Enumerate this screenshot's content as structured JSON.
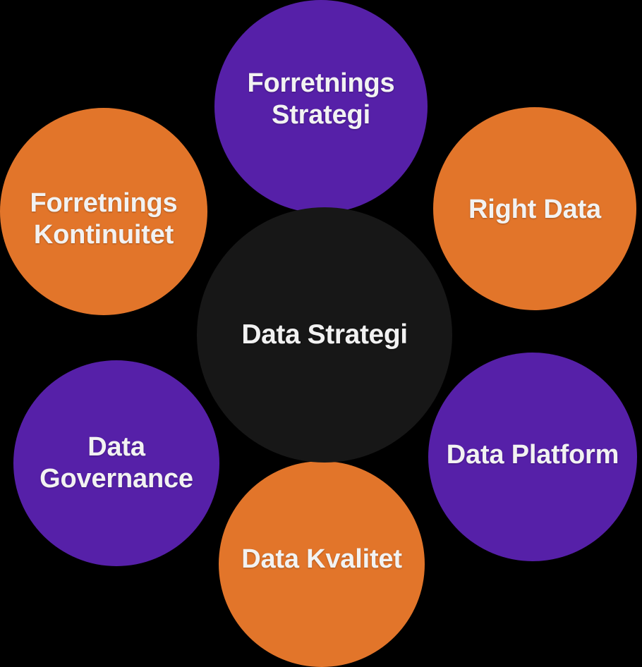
{
  "diagram": {
    "title": "Data Strategi",
    "type": "hub-and-spoke-circles",
    "background_color": "#000000",
    "colors": {
      "purple": "#5620A8",
      "orange": "#E2752A",
      "hub_dark": "#171717",
      "text": "#F2F2F2"
    },
    "hub": {
      "label": "Data Strategi",
      "color": "#171717"
    },
    "nodes": [
      {
        "id": "forretnings-strategi",
        "label": "Forretnings\nStrategi",
        "color": "#5620A8",
        "position": "top"
      },
      {
        "id": "right-data",
        "label": "Right Data",
        "color": "#E2752A",
        "position": "upper-right"
      },
      {
        "id": "data-platform",
        "label": "Data Platform",
        "color": "#5620A8",
        "position": "lower-right"
      },
      {
        "id": "data-kvalitet",
        "label": "Data Kvalitet",
        "color": "#E2752A",
        "position": "bottom"
      },
      {
        "id": "data-governance",
        "label": "Data\nGovernance",
        "color": "#5620A8",
        "position": "lower-left"
      },
      {
        "id": "forretnings-kontinuitet",
        "label": "Forretnings\nKontinuitet",
        "color": "#E2752A",
        "position": "upper-left"
      }
    ]
  }
}
